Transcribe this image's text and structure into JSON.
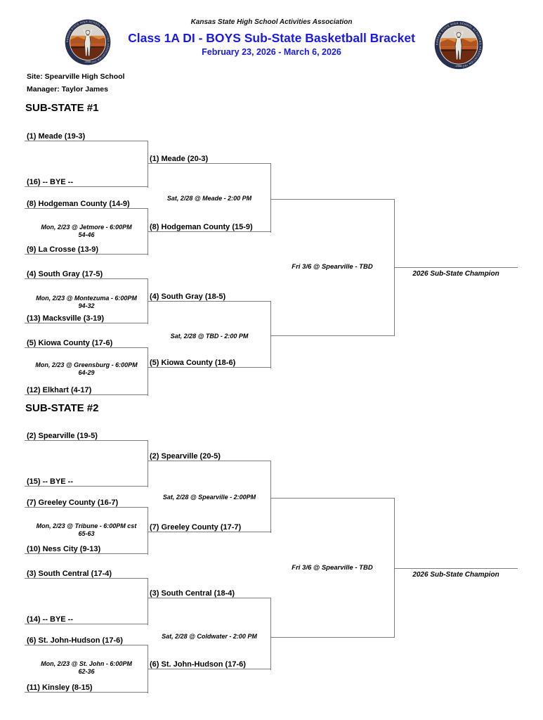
{
  "header": {
    "association": "Kansas State High School Activities Association",
    "title": "Class 1A DI - BOYS Sub-State Basketball Bracket",
    "dates": "February 23, 2026 - March 6, 2026",
    "logo_ring_text": "KANSAS STATE HIGH SCHOOL ACTIVITIES ASSOCIATION INC",
    "logo_year": "-1958-"
  },
  "meta": {
    "site": "Site: Spearville High School",
    "manager": "Manager: Taylor James"
  },
  "colors": {
    "title_blue": "#1a1ae0",
    "line_gray": "#7d7d7d"
  },
  "brackets": [
    {
      "heading": "SUB-STATE #1",
      "r1": [
        {
          "top": "(1) Meade (19-3)",
          "bottom": "(16) -- BYE --"
        },
        {
          "top": "(8) Hodgeman County (14-9)",
          "bottom": "(9) La Crosse (13-9)",
          "info": "Mon, 2/23 @ Jetmore - 6:00PM",
          "score": "54-46"
        },
        {
          "top": "(4) South Gray (17-5)",
          "bottom": "(13) Macksville (3-19)",
          "info": "Mon, 2/23 @ Montezuma - 6:00PM",
          "score": "94-32"
        },
        {
          "top": "(5) Kiowa County (17-6)",
          "bottom": "(12) Elkhart (4-17)",
          "info": "Mon, 2/23 @ Greensburg - 6:00PM",
          "score": "64-29"
        }
      ],
      "r2": [
        {
          "top": "(1) Meade (20-3)",
          "bottom": "(8) Hodgeman County (15-9)",
          "info": "Sat, 2/28 @ Meade - 2:00 PM"
        },
        {
          "top": "(4) South Gray (18-5)",
          "bottom": "(5) Kiowa County (18-6)",
          "info": "Sat, 2/28 @ TBD - 2:00 PM"
        }
      ],
      "final_info": "Fri 3/6 @ Spearville - TBD",
      "champion_label": "2026 Sub-State Champion"
    },
    {
      "heading": "SUB-STATE #2",
      "r1": [
        {
          "top": "(2) Spearville (19-5)",
          "bottom": "(15) -- BYE --"
        },
        {
          "top": "(7) Greeley County (16-7)",
          "bottom": "(10) Ness City (9-13)",
          "info": "Mon, 2/23 @ Tribune - 6:00PM cst",
          "score": "65-63"
        },
        {
          "top": "(3) South Central (17-4)",
          "bottom": "(14) -- BYE --"
        },
        {
          "top": "(6) St. John-Hudson (17-6)",
          "bottom": "(11) Kinsley (8-15)",
          "info": "Mon, 2/23 @ St. John - 6:00PM",
          "score": "62-36"
        }
      ],
      "r2": [
        {
          "top": "(2) Spearville (20-5)",
          "bottom": "(7) Greeley County (17-7)",
          "info": "Sat, 2/28 @ Spearville - 2:00PM"
        },
        {
          "top": "(3) South Central (18-4)",
          "bottom": "(6) St. John-Hudson (17-6)",
          "info": "Sat, 2/28 @ Coldwater - 2:00 PM"
        }
      ],
      "final_info": "Fri 3/6 @ Spearville - TBD",
      "champion_label": "2026 Sub-State Champion"
    }
  ]
}
